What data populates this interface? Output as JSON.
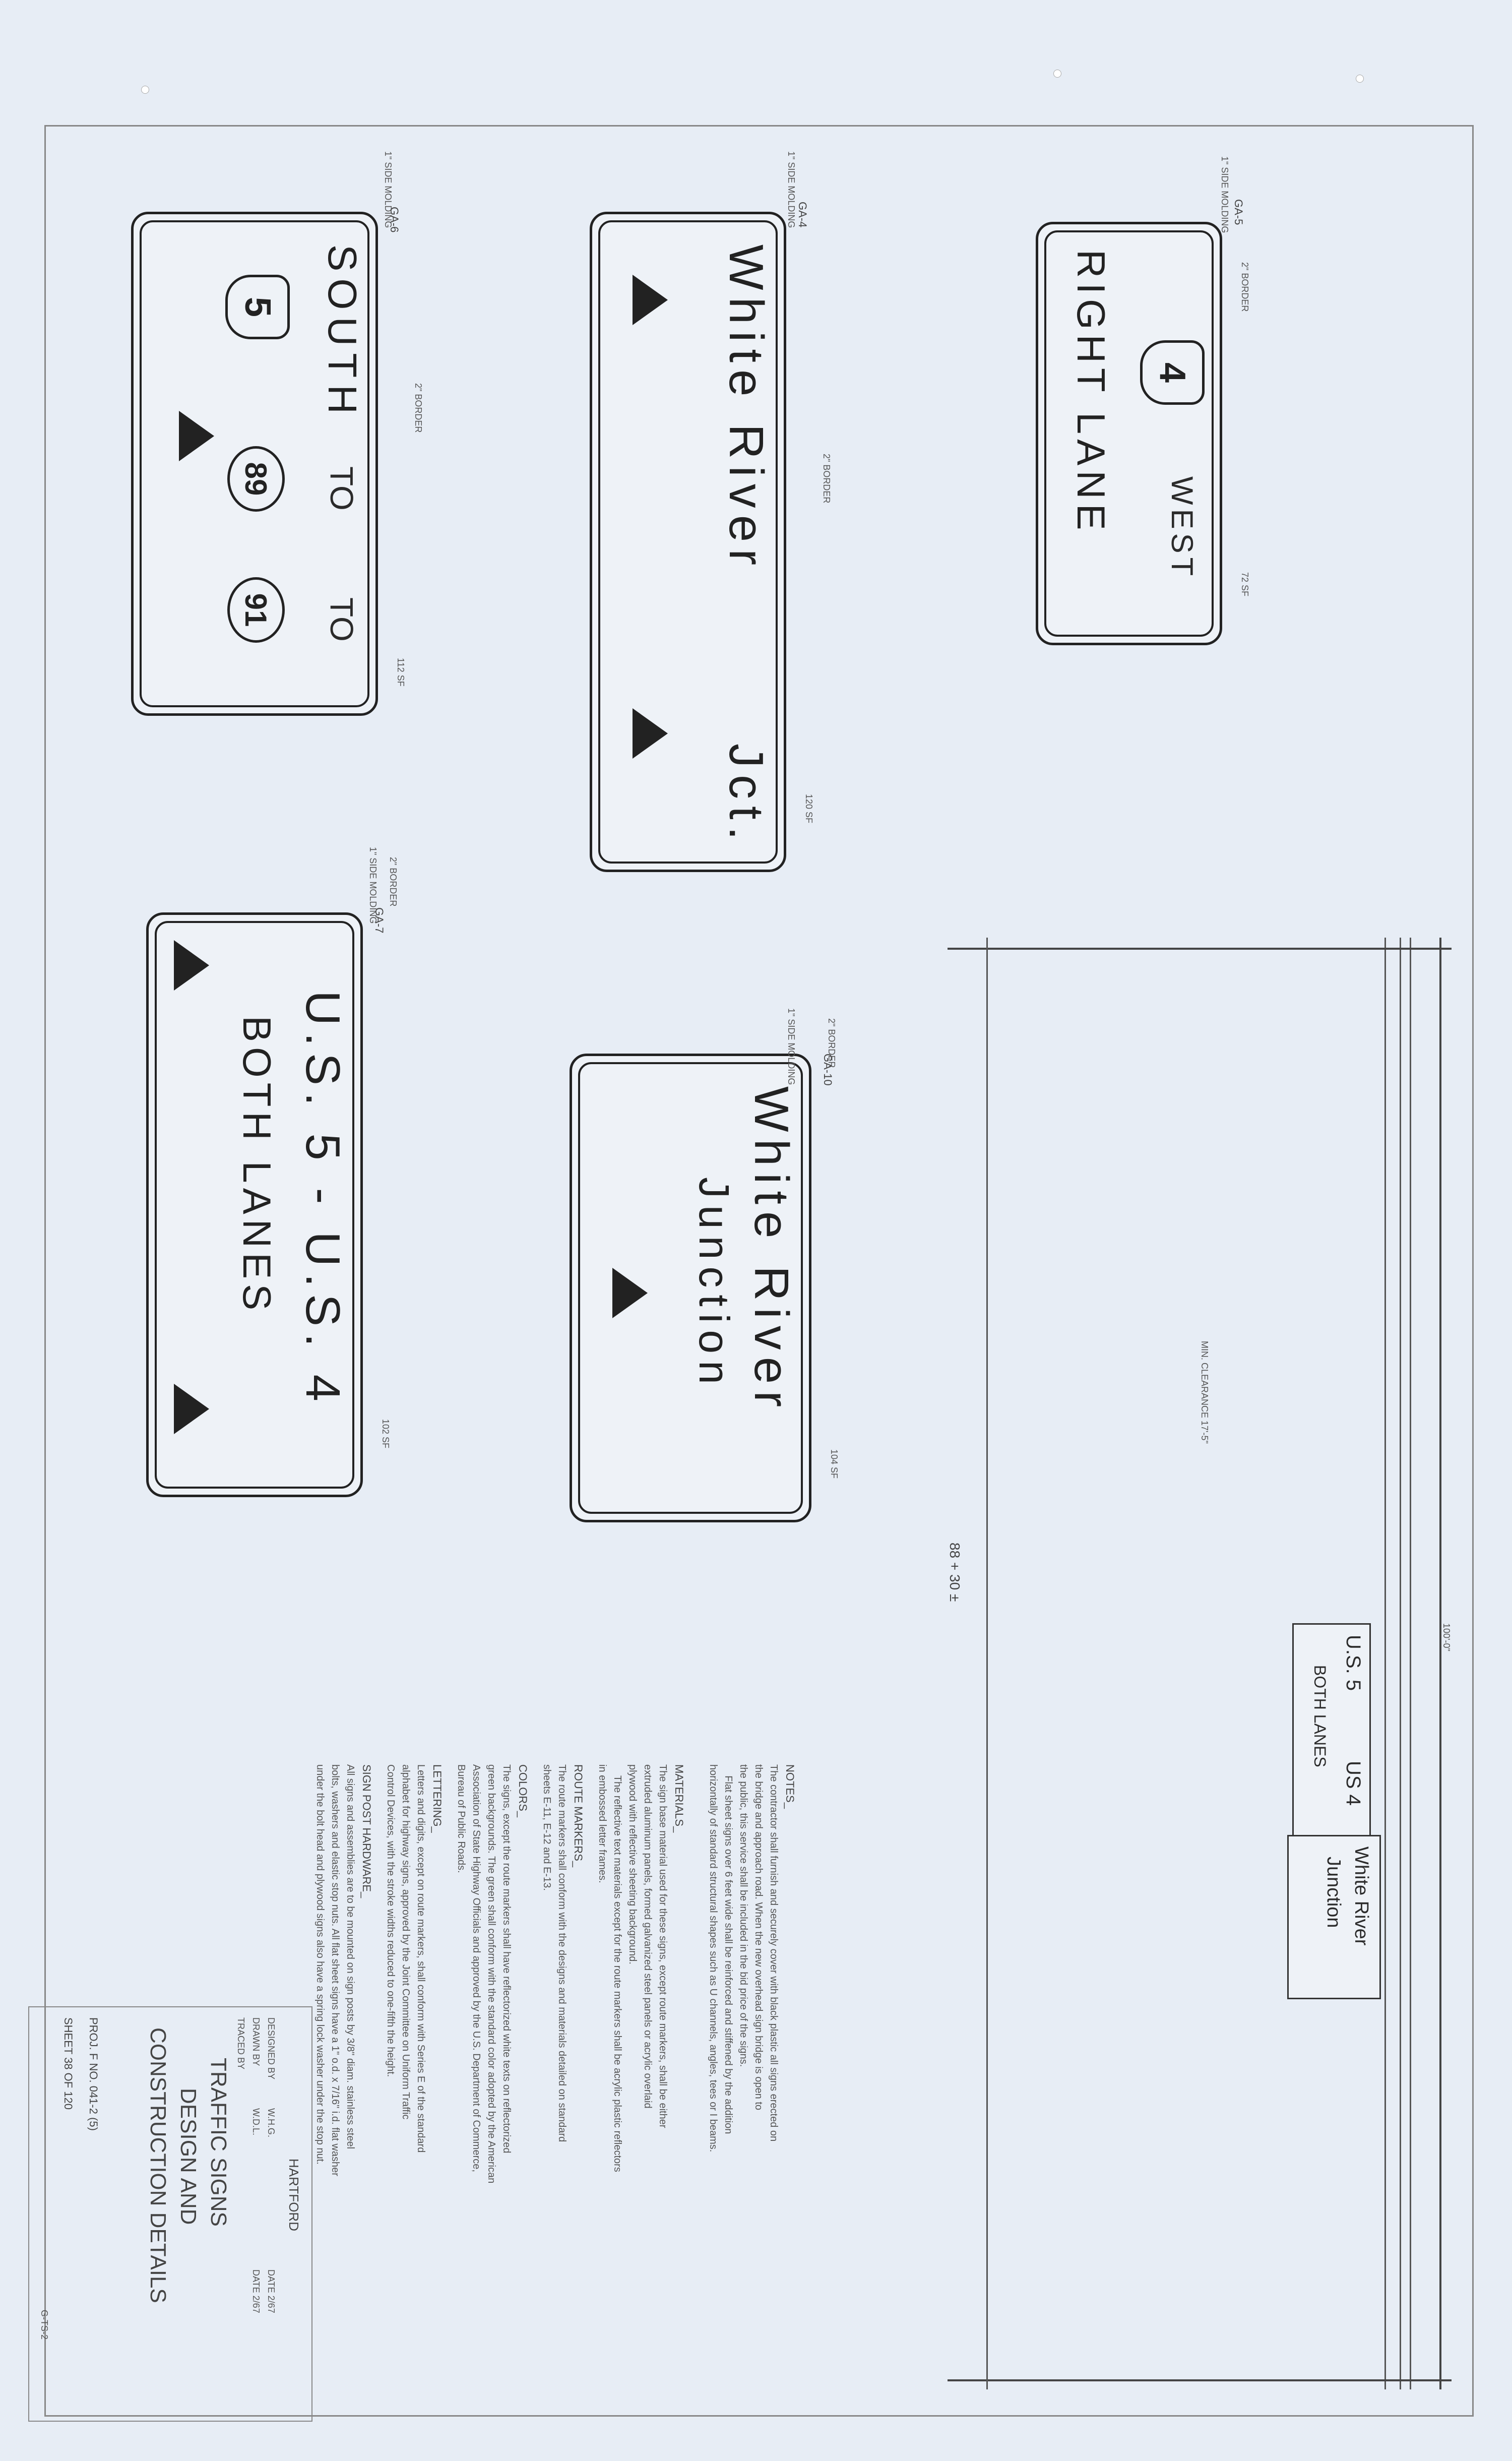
{
  "signs": {
    "ga5": {
      "code": "GA-5",
      "line1": "RIGHT LANE",
      "route": "4",
      "dir": "WEST",
      "area": "72 SF"
    },
    "ga4": {
      "code": "GA-4",
      "line1": "White River",
      "line2": "Jct.",
      "area": "120 SF"
    },
    "ga6": {
      "code": "GA-6",
      "dir": "SOUTH",
      "to1": "TO",
      "to2": "TO",
      "route1": "5",
      "route2": "89",
      "route3": "91",
      "area": "112 SF"
    },
    "ga10": {
      "code": "GA-10",
      "line1": "White River",
      "line2": "Junction",
      "area": "104 SF"
    },
    "ga7": {
      "code": "GA-7",
      "line1": "U.S. 5 - U.S. 4",
      "line2": "BOTH LANES",
      "area": "102 SF"
    }
  },
  "dims": {
    "border": "2\" BORDER",
    "molding": "1\" SIDE MOLDING",
    "clearance": "MIN. CLEARANCE 17'-5\"",
    "station": "88 + 30 ±",
    "span": "100'-0\""
  },
  "elevation": {
    "sign1_line1": "U.S. 5",
    "sign1_line1b": "US 4",
    "sign1_line2": "BOTH LANES",
    "sign2_line1": "White River",
    "sign2_line2": "Junction"
  },
  "notes": {
    "title": "NOTES_",
    "body": "The contractor shall furnish and securely cover with black plastic all signs erected on\nthe bridge and approach road. When the new overhead sign bridge is open to\nthe public, this service shall be included in the bid price of the signs.\n    Flat sheet signs over 6 feet wide shall be reinforced and stiffened by the addition\nhorizontally of standard structural shapes such as U channels, angles, tees or I beams.",
    "materials_title": "MATERIALS_",
    "materials": "The sign base material used for these signs, except route markers, shall be either\nextruded aluminum panels, formed galvanized steel panels or acrylic overlaid\nplywood with reflective sheeting background.\n    The reflective text materials except for the route markers shall be acrylic plastic reflectors\nin embossed letter frames.",
    "route_title": "ROUTE MARKERS_",
    "route": "The route markers shall conform with the designs and materials detailed on standard\nsheets E-11, E-12 and E-13.",
    "colors_title": "COLORS_",
    "colors": "The signs, except the route markers shall have reflectorized white texts on reflectorized\ngreen backgrounds. The green shall conform with the standard color adopted by the American\nAssociation of State Highway Officials and approved by the U.S. Department of Commerce,\nBureau of Public Roads.",
    "lettering_title": "LETTERING_",
    "lettering": "Letters and digits, except on route markers, shall conform with Series E of the standard\nalphabet for highway signs, approved by the Joint Committee on Uniform Traffic\nControl Devices, with the stroke widths reduced to one-fifth the height.",
    "post_title": "SIGN POST HARDWARE_",
    "post": "All signs and assemblies are to be mounted on sign posts by 3/8\" diam. stainless steel\nbolts, washers and elastic stop nuts. All flat sheet signs have a 1\" o.d. x 7/16\" i.d. flat washer\nunder the bolt head and plywood signs also have a spring lock washer under the stop nut."
  },
  "titleblock": {
    "title1": "TRAFFIC SIGNS",
    "title2": "DESIGN AND",
    "title3": "CONSTRUCTION DETAILS",
    "town": "HARTFORD",
    "designed": "DESIGNED BY",
    "designer": "W.H.G.",
    "drawn": "DRAWN BY",
    "drawer": "W.D.L.",
    "traced": "TRACED BY",
    "date1": "DATE 2/67",
    "date2": "DATE 2/67",
    "proj": "PROJ. F NO. 041-2 (5)",
    "sheet": "SHEET 38 OF 120",
    "code": "G-TS-2"
  }
}
